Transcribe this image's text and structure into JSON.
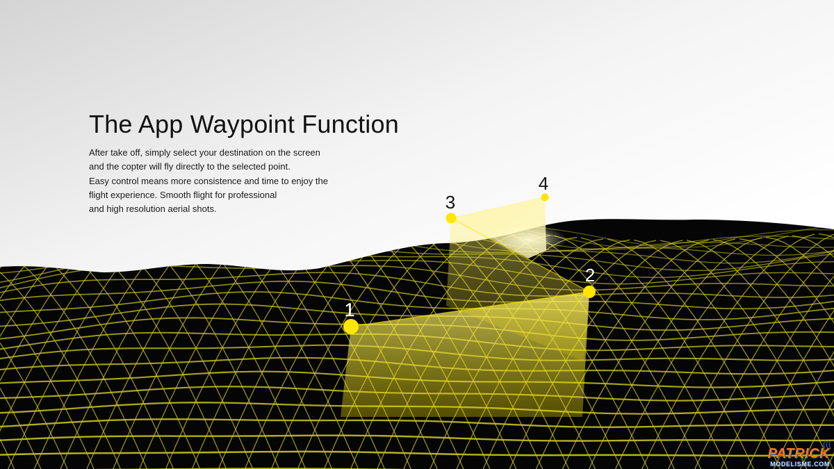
{
  "hero": {
    "title": "The App Waypoint Function",
    "description_lines": [
      "After take off, simply select your destination on the screen",
      "and the copter will fly directly to the selected point.",
      "Easy control means more consistence and time to enjoy the",
      "flight experience. Smooth flight for professional",
      "and high resolution aerial shots."
    ]
  },
  "waypoints": [
    {
      "label": "1"
    },
    {
      "label": "2"
    },
    {
      "label": "3"
    },
    {
      "label": "4"
    }
  ],
  "watermark": {
    "brand_top": "PATRICK",
    "brand_bottom": "MODELISME.COM"
  },
  "colors": {
    "terrain": "#050505",
    "grid": "#c8c21e",
    "waypoint": "#ffe600",
    "background_top": "#d9d9d9",
    "background_bottom": "#ffffff"
  }
}
